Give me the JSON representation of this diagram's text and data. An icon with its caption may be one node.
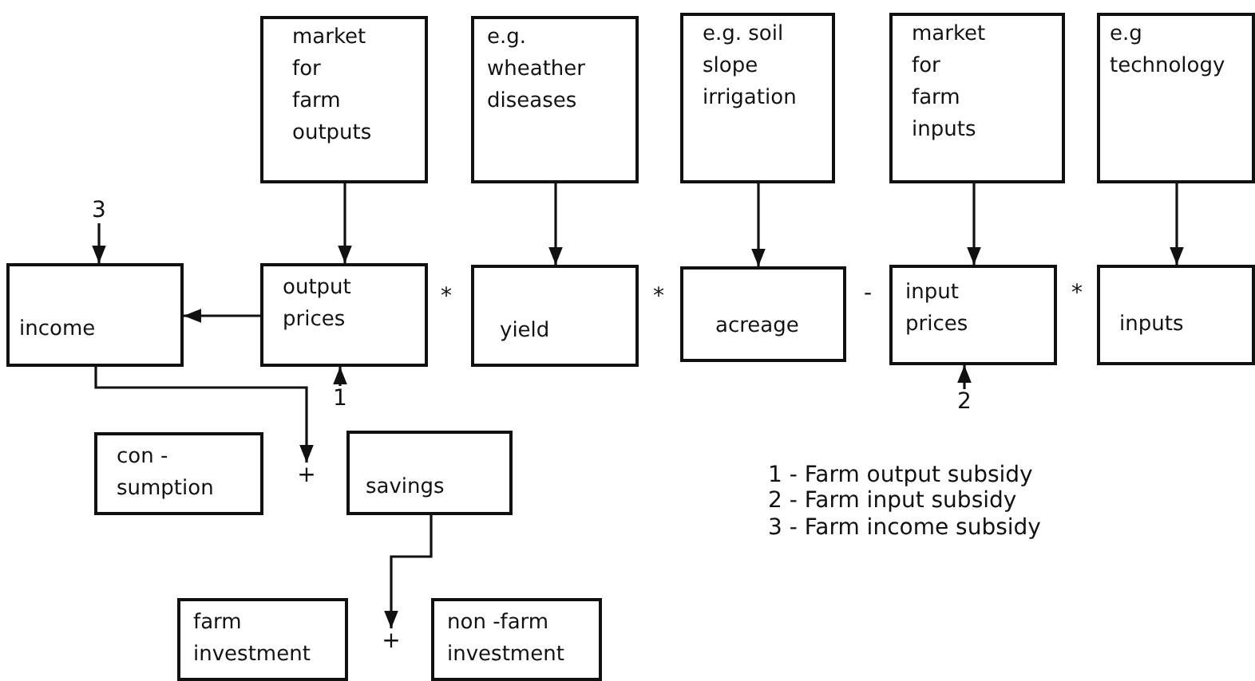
{
  "diagram": {
    "nodes": [
      {
        "text": [
          "market for farm outputs"
        ]
      },
      {
        "text": [
          "e.g. wheather diseases"
        ]
      },
      {
        "text": [
          "e.g. soil slope irrigation"
        ]
      },
      {
        "text": [
          "market for farm inputs"
        ]
      },
      {
        "text": [
          "e.g technology"
        ]
      },
      {
        "text": [
          "income"
        ]
      },
      {
        "text": [
          "output prices"
        ]
      },
      {
        "text": [
          "yield"
        ]
      },
      {
        "text": [
          "acreage"
        ]
      },
      {
        "text": [
          "input prices"
        ]
      },
      {
        "text": [
          "inputs"
        ]
      },
      {
        "text": [
          "3"
        ]
      },
      {
        "text": [
          "1"
        ]
      },
      {
        "text": [
          "2"
        ]
      },
      {
        "text": [
          "+"
        ]
      },
      {
        "text": [
          "con - sumption"
        ]
      },
      {
        "text": [
          "savings"
        ]
      },
      {
        "text": [
          "+"
        ]
      },
      {
        "text": [
          "farm investment"
        ]
      },
      {
        "text": [
          "non -farm investment"
        ]
      }
    ],
    "edges": [
      {
        "from": 0,
        "to": 6,
        "arrow": "to"
      },
      {
        "from": 1,
        "to": 7,
        "arrow": "to"
      },
      {
        "from": 2,
        "to": 8,
        "arrow": "to"
      },
      {
        "from": 3,
        "to": 9,
        "arrow": "to"
      },
      {
        "from": 4,
        "to": 10,
        "arrow": "to"
      },
      {
        "from": 6,
        "to": 5,
        "arrow": "to"
      },
      {
        "from": 11,
        "to": 5,
        "arrow": "to"
      },
      {
        "from": 12,
        "to": 6,
        "arrow": "to"
      },
      {
        "from": 13,
        "to": 9,
        "arrow": "to"
      },
      {
        "from": 5,
        "to": 14,
        "arrow": "to"
      },
      {
        "from": 16,
        "to": 17,
        "arrow": "to"
      }
    ],
    "labels": [
      "*",
      "*",
      "-",
      "*",
      "1 - Farm output subsidy",
      "2 - Farm input subsidy",
      "3 - Farm income subsidy"
    ]
  }
}
